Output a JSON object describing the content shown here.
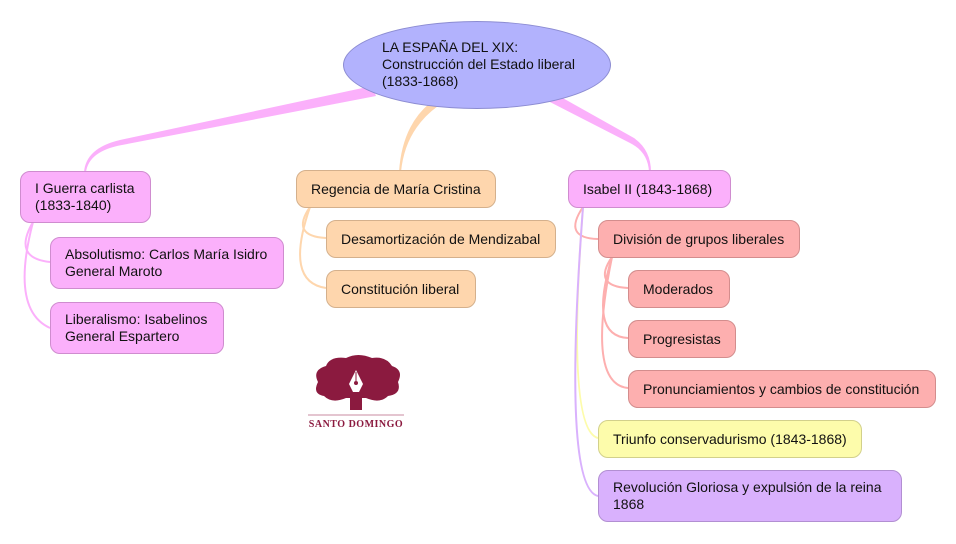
{
  "root": {
    "lines": [
      "LA ESPAÑA DEL XIX:",
      "Construcción del Estado liberal",
      "(1833-1868)"
    ]
  },
  "branches": [
    {
      "label_lines": [
        "I Guerra carlista",
        "(1833-1840)"
      ],
      "color": "#fbb0fb",
      "children": [
        {
          "label_lines": [
            "Absolutismo: Carlos María Isidro",
            "General Maroto"
          ]
        },
        {
          "label_lines": [
            "Liberalismo: Isabelinos",
            "General Espartero"
          ]
        }
      ]
    },
    {
      "label_lines": [
        "Regencia de María Cristina"
      ],
      "color": "#fed6ad",
      "children": [
        {
          "label_lines": [
            "Desamortización de Mendizabal"
          ]
        },
        {
          "label_lines": [
            "Constitución liberal"
          ]
        }
      ]
    },
    {
      "label_lines": [
        "Isabel II  (1843-1868)"
      ],
      "color": "#fbb0fb",
      "children": [
        {
          "label_lines": [
            "División de grupos liberales"
          ],
          "color": "#fdafaf",
          "children": [
            {
              "label_lines": [
                "Moderados"
              ]
            },
            {
              "label_lines": [
                "Progresistas"
              ]
            },
            {
              "label_lines": [
                "Pronunciamientos y cambios de constitución"
              ]
            }
          ]
        },
        {
          "label_lines": [
            "Triunfo conservadurismo (1843-1868)"
          ],
          "color": "#fdfcab"
        },
        {
          "label_lines": [
            "Revolución Gloriosa y expulsión de la reina",
            "1868"
          ],
          "color": "#d9b1fd"
        }
      ]
    }
  ],
  "logo": {
    "text": "SANTO  DOMINGO",
    "color": "#8b1a3f"
  }
}
